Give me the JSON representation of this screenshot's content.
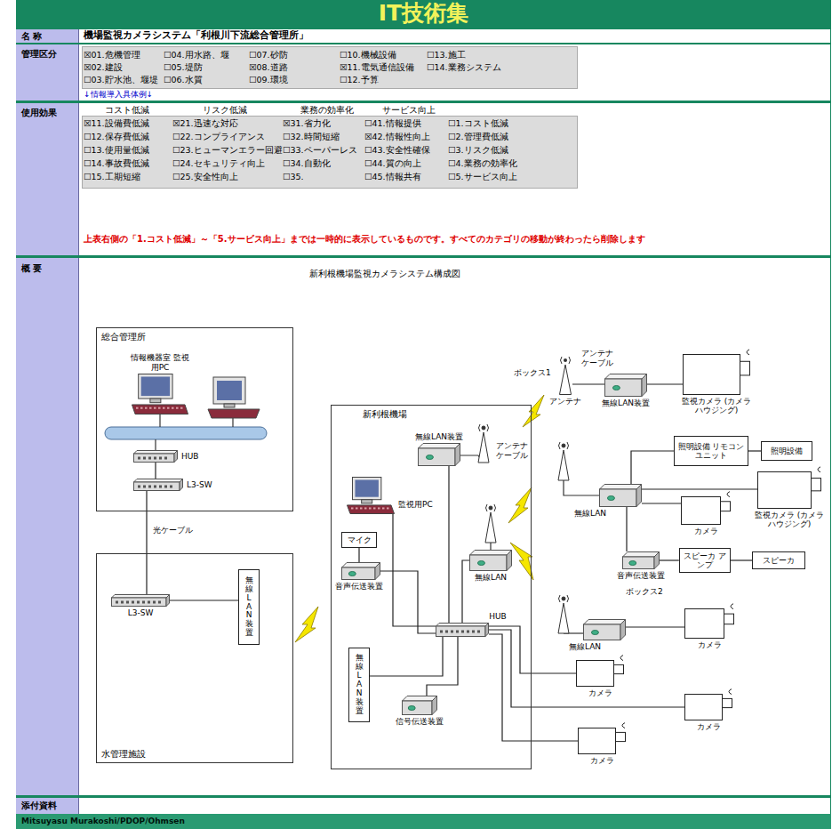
{
  "diagram": {
    "title": "IT技術集",
    "nodes": [
      {
        "text": [
          "総合管理所"
        ]
      },
      {
        "text": [
          "情報機器室 監視用PC"
        ],
        "in": 0
      },
      {
        "text": [
          "HUB"
        ],
        "in": 0
      },
      {
        "text": [
          "L3-SW"
        ],
        "in": 0
      },
      {
        "text": [
          "水管理施設"
        ]
      },
      {
        "text": [
          "L3-SW"
        ],
        "in": 4
      },
      {
        "text": [
          "無線LAN装置"
        ],
        "in": 4
      },
      {
        "text": [
          "新利根機場"
        ]
      },
      {
        "text": [
          "無線LAN装置"
        ],
        "in": 7
      },
      {
        "text": [
          "監視用PC"
        ],
        "in": 7
      },
      {
        "text": [
          "マイク"
        ],
        "in": 7
      },
      {
        "text": [
          "音声伝送装置"
        ],
        "in": 7
      },
      {
        "text": [
          "無線LAN"
        ],
        "in": 7
      },
      {
        "text": [
          "HUB"
        ],
        "in": 7
      },
      {
        "text": [
          "無線LAN装置"
        ],
        "in": 7
      },
      {
        "text": [
          "信号伝送装置"
        ],
        "in": 7
      },
      {
        "text": [
          "アンテナ"
        ]
      },
      {
        "text": [
          "無線LAN装置"
        ]
      },
      {
        "text": [
          "監視カメラ (カメラハウジング)"
        ]
      },
      {
        "text": [
          "無線LAN"
        ]
      },
      {
        "text": [
          "照明設備 リモコンユニット"
        ]
      },
      {
        "text": [
          "照明設備"
        ]
      },
      {
        "text": [
          "監視カメラ (カメラハウジング)"
        ]
      },
      {
        "text": [
          "カメラ"
        ]
      },
      {
        "text": [
          "音声伝送装置"
        ]
      },
      {
        "text": [
          "スピーカ アンプ"
        ]
      },
      {
        "text": [
          "スピーカ"
        ]
      },
      {
        "text": [
          "無線LAN"
        ]
      },
      {
        "text": [
          "カメラ"
        ]
      },
      {
        "text": [
          "カメラ"
        ]
      },
      {
        "text": [
          "カメラ"
        ]
      },
      {
        "text": [
          "カメラ"
        ]
      }
    ],
    "edges": [
      {
        "from": 2,
        "to": 3,
        "arrow": "none"
      },
      {
        "from": 3,
        "to": 5,
        "label": "光ケーブル",
        "arrow": "none"
      },
      {
        "from": 5,
        "to": 6,
        "arrow": "none"
      },
      {
        "from": 8,
        "to": 13,
        "arrow": "none"
      },
      {
        "from": 9,
        "to": 13,
        "arrow": "none"
      },
      {
        "from": 10,
        "to": 11,
        "arrow": "none"
      },
      {
        "from": 11,
        "to": 13,
        "arrow": "none"
      },
      {
        "from": 12,
        "to": 13,
        "arrow": "none"
      },
      {
        "from": 13,
        "to": 14,
        "arrow": "none"
      },
      {
        "from": 15,
        "to": 13,
        "arrow": "none"
      },
      {
        "from": 13,
        "to": 29,
        "arrow": "none"
      },
      {
        "from": 13,
        "to": 30,
        "arrow": "none"
      },
      {
        "from": 13,
        "to": 31,
        "arrow": "none"
      },
      {
        "from": 16,
        "to": 17,
        "arrow": "none"
      },
      {
        "from": 17,
        "to": 18,
        "arrow": "none"
      },
      {
        "from": 19,
        "to": 20,
        "arrow": "none"
      },
      {
        "from": 20,
        "to": 21,
        "arrow": "none"
      },
      {
        "from": 19,
        "to": 22,
        "arrow": "none"
      },
      {
        "from": 19,
        "to": 23,
        "arrow": "none"
      },
      {
        "from": 19,
        "to": 24,
        "arrow": "none"
      },
      {
        "from": 24,
        "to": 25,
        "arrow": "none"
      },
      {
        "from": 25,
        "to": 26,
        "arrow": "none"
      },
      {
        "from": 27,
        "to": 28,
        "arrow": "none"
      }
    ],
    "labels": [
      "名 称",
      "機場監視カメラシステム「利根川下流総合管理所」",
      "管理区分",
      "☒01.危機管理",
      "☐04.用水路、堰",
      "☐07.砂防",
      "☐10.機械設備",
      "☐13.施工",
      "☒02.建設",
      "☐05.堤防",
      "☒08.道路",
      "☒11.電気通信設備",
      "☐14.業務システム",
      "☐03.貯水池、堰堤",
      "☐06.水質",
      "☐09.環境",
      "☐12.予算",
      "↓情報導入具体例↓",
      "使用効果",
      "コスト低減",
      "リスク低減",
      "業務の効率化",
      "サービス向上",
      "☒11.設備費低減",
      "☒21.迅速な対応",
      "☒31.省力化",
      "☐41.情報提供",
      "☐1.コスト低減",
      "☐12.保存費低減",
      "☐22.コンプライアンス",
      "☐32.時間短縮",
      "☒42.情報性向上",
      "☐2.管理費低減",
      "☐13.使用量低減",
      "☐23.ヒューマンエラー回避",
      "☐33.ペーパーレス",
      "☐43.安全性確保",
      "☐3.リスク低減",
      "☐14.事故費低減",
      "☐24.セキュリティ向上",
      "☐34.自動化",
      "☐44.質の向上",
      "☐4.業務の効率化",
      "☐15.工期短縮",
      "☐25.安全性向上",
      "☐35.",
      "☐45.情報共有",
      "☐5.サービス向上",
      "上表右側の「1.コスト低減」～「5.サービス向上」までは一時的に表示しているものです。すべてのカテゴリの移動が終わったら削除します",
      "概 要",
      "新利根機場監視カメラシステム構成図",
      "アンテナ ケーブル",
      "アンテナ ケーブル",
      "ボックス1",
      "ボックス2",
      "添付資料",
      "Mitsuyasu Murakoshi/PDOP/Ohmsen"
    ]
  }
}
